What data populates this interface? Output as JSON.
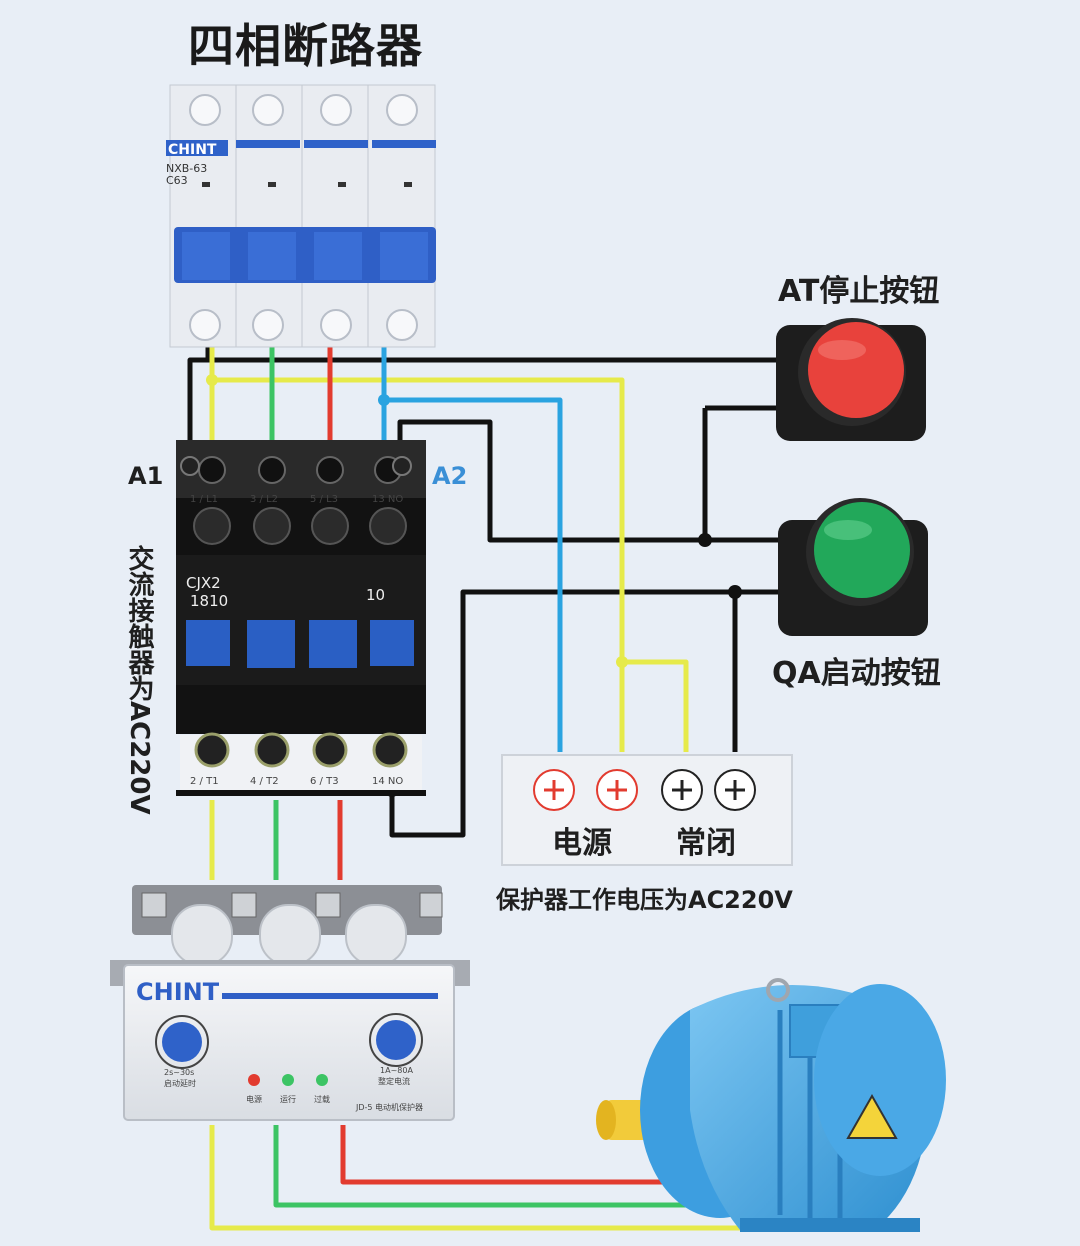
{
  "title": "四相断路器",
  "breaker": {
    "brand": "CHINT",
    "model": "NXB-63",
    "rating": "C63"
  },
  "stop_button": {
    "label": "AT停止按钮",
    "color": "#e8423c"
  },
  "start_button": {
    "label": "QA启动按钮",
    "color": "#22a85a"
  },
  "contactor": {
    "label": "交流接触器为AC220V",
    "coil_left": "A1",
    "coil_right": "A2",
    "model_line1": "CJX2",
    "model_line2": "1810",
    "aux": "10",
    "top_terminals": [
      "1 / L1",
      "3 / L2",
      "5 / L3",
      "13 NO"
    ],
    "bottom_terminals": [
      "2 / T1",
      "4 / T2",
      "6 / T3",
      "14 NO"
    ]
  },
  "protector_terminal": {
    "power_label": "电源",
    "nc_label": "常闭",
    "voltage_note": "保护器工作电压为AC220V"
  },
  "protector": {
    "brand": "CHINT",
    "knob_left_top": "2s~30s",
    "knob_left_bottom": "启动延时",
    "knob_right_top": "1A~80A",
    "knob_right_bottom": "整定电流",
    "led_labels": [
      "电源",
      "运行",
      "过载"
    ],
    "model": "JD-5 电动机保护器"
  },
  "colors": {
    "black": "#111111",
    "yellow": "#e6ea4a",
    "green": "#3cc464",
    "red": "#e23b2f",
    "blue": "#2aa3e0",
    "device_blue": "#2f5fc6"
  }
}
